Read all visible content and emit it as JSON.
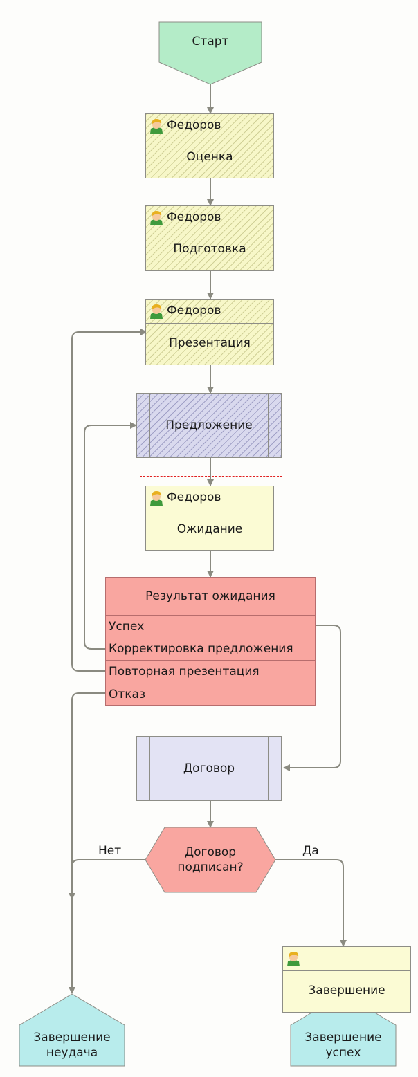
{
  "start": "Старт",
  "tasks": [
    {
      "performer": "Федоров",
      "label": "Оценка"
    },
    {
      "performer": "Федоров",
      "label": "Подготовка"
    },
    {
      "performer": "Федоров",
      "label": "Презентация"
    }
  ],
  "proposal": "Предложение",
  "waiting": {
    "performer": "Федоров",
    "label": "Ожидание"
  },
  "result": {
    "title": "Результат ожидания",
    "options": [
      "Успех",
      "Корректировка предложения",
      "Повторная презентация",
      "Отказ"
    ]
  },
  "contract": "Договор",
  "decision": {
    "line1": "Договор",
    "line2": "подписан?",
    "no": "Нет",
    "yes": "Да"
  },
  "completion": {
    "performer": "",
    "label": "Завершение"
  },
  "end_fail": {
    "line1": "Завершение",
    "line2": "неудача"
  },
  "end_success": {
    "line1": "Завершение",
    "line2": "успех"
  },
  "colors": {
    "start": "#b4ecc8",
    "task": "#f7f7c8",
    "subprocess": "#d9d9ee",
    "choice": "#f9a6a0",
    "end": "#b8ecec",
    "arrow": "#8a8a80",
    "selection": "#e02020"
  }
}
